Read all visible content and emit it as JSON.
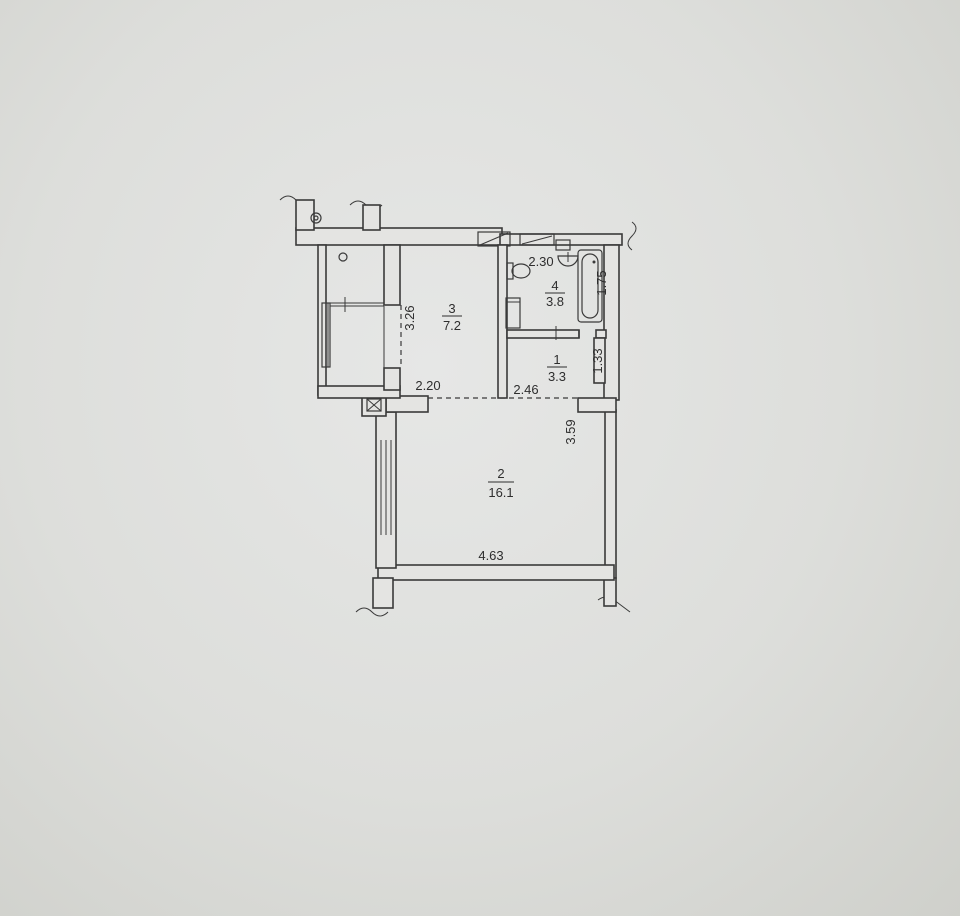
{
  "plan": {
    "rooms": [
      {
        "number": "1",
        "area": "3.3"
      },
      {
        "number": "2",
        "area": "16.1"
      },
      {
        "number": "3",
        "area": "7.2"
      },
      {
        "number": "4",
        "area": "3.8"
      }
    ],
    "dimensions": {
      "room3_height": "3.26",
      "room3_width": "2.20",
      "room1_width": "2.46",
      "room1_height": "1.33",
      "room4_width": "2.30",
      "room4_height": "1.75",
      "room2_height": "3.59",
      "room2_width": "4.63"
    },
    "colors": {
      "paper": "#e4e4e2",
      "ink": "#3a3a3a"
    }
  }
}
